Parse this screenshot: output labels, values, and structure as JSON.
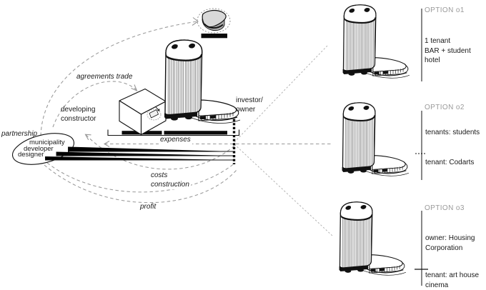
{
  "partnership": {
    "label": "partnership",
    "members": [
      "municipality",
      "developer",
      "designer"
    ]
  },
  "actors": {
    "developing_constructor": "developing\nconstructor",
    "investor_owner": "investor/\nowner"
  },
  "flows": {
    "agreements_trade": "agreements trade",
    "expenses": "expenses",
    "costs_construction": "costs\nconstruction",
    "profit": "profit"
  },
  "options": [
    {
      "title": "OPTION o1",
      "top": "1 tenant\nBAR + student hotel",
      "bottom": ""
    },
    {
      "title": "OPTION o2",
      "top": "tenants: students",
      "bottom": "tenant: Codarts"
    },
    {
      "title": "OPTION o3",
      "top": "owner: Housing\nCorporation",
      "bottom": "tenant: art house\ncinema"
    }
  ],
  "colors": {
    "text": "#1a1a1a",
    "muted": "#9a9a9a",
    "dashed": "#999999",
    "background": "#ffffff"
  }
}
